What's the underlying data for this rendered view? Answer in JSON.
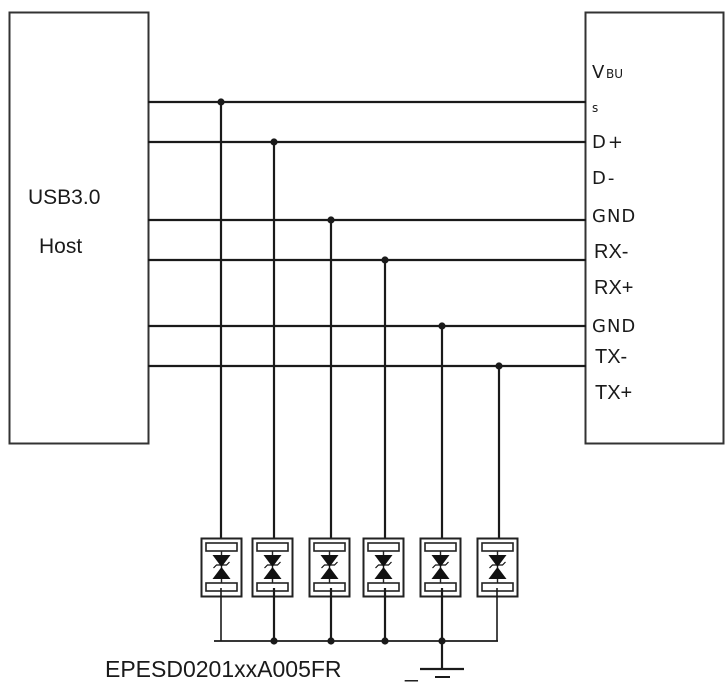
{
  "host": {
    "line1": "USB3.0",
    "line2": "Host"
  },
  "connector": {
    "pins": [
      {
        "label": "V",
        "sub": "BU"
      },
      {
        "label": "s"
      },
      {
        "label": "D+"
      },
      {
        "label": "D-"
      },
      {
        "label": "GND"
      },
      {
        "label": "RX-"
      },
      {
        "label": "RX+"
      },
      {
        "label": "GND"
      },
      {
        "label": "TX-"
      },
      {
        "label": "TX+"
      }
    ]
  },
  "signal_lines": [
    {
      "name": "VBUS",
      "protected": true
    },
    {
      "name": "D+",
      "protected": true
    },
    {
      "name": "GND",
      "protected": true
    },
    {
      "name": "RX-",
      "protected": true
    },
    {
      "name": "GND",
      "protected": true
    },
    {
      "name": "TX-",
      "protected": true
    }
  ],
  "tvs_devices": {
    "count": 6,
    "part_number": "EPESD0201xxA005FR",
    "suffix": "_"
  },
  "colors": {
    "stroke": "#1a1a1a",
    "box": "#333333",
    "background": "#ffffff"
  }
}
